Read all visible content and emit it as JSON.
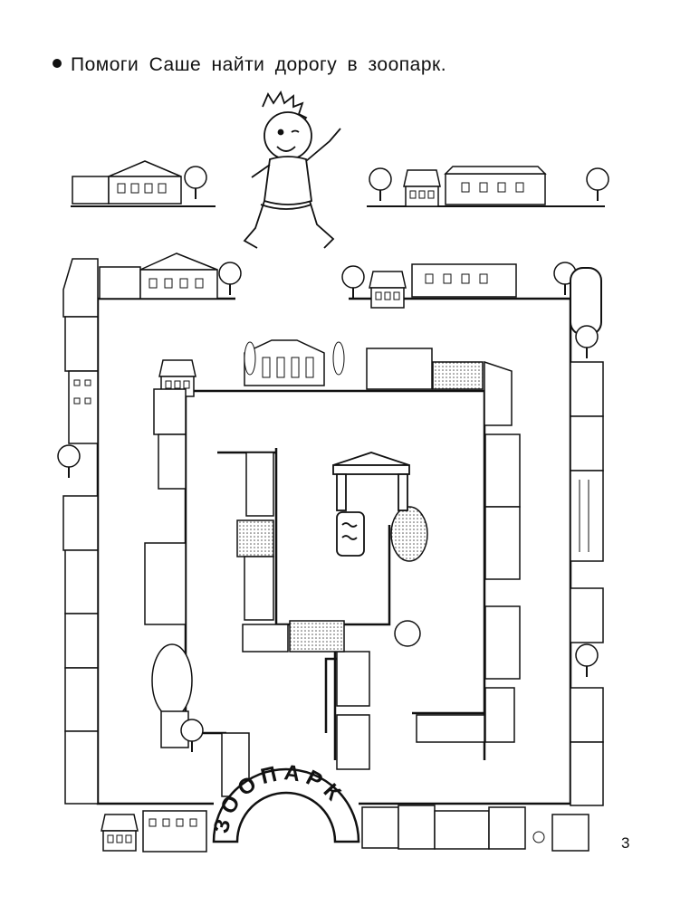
{
  "instruction": {
    "text": "Помоги Саше найти дорогу в зоопарк."
  },
  "zoo_sign": {
    "text": "ЗООПАРК"
  },
  "page_number": "3",
  "icons": [
    "bullet-icon",
    "boy-sasha-figure",
    "house-icon",
    "tree-icon",
    "zoo-arch-sign",
    "gate-icon"
  ],
  "colors": {
    "ink": "#111111",
    "paper": "#ffffff",
    "shade": "#9a9a9a"
  }
}
